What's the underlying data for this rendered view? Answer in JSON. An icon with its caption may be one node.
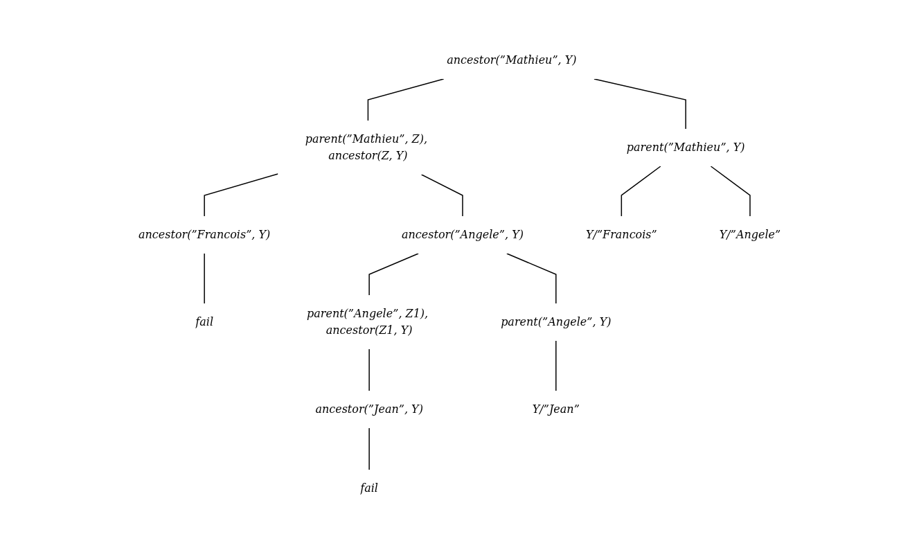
{
  "diagram": {
    "nodes": [
      {
        "text": [
          "ancestor(”Mathieu”, Y)"
        ]
      },
      {
        "text": [
          "parent(”Mathieu”, Z), ancestor(Z, Y)"
        ]
      },
      {
        "text": [
          "parent(”Mathieu”, Y)"
        ]
      },
      {
        "text": [
          "ancestor(”Francois”, Y)"
        ]
      },
      {
        "text": [
          "ancestor(”Angele”, Y)"
        ]
      },
      {
        "text": [
          "Y/”Francois”"
        ]
      },
      {
        "text": [
          "Y/”Angele”"
        ]
      },
      {
        "text": [
          "fail"
        ]
      },
      {
        "text": [
          "parent(”Angele”, Z1), ancestor(Z1, Y)"
        ]
      },
      {
        "text": [
          "parent(”Angele”, Y)"
        ]
      },
      {
        "text": [
          "ancestor(”Jean”, Y)"
        ]
      },
      {
        "text": [
          "Y/”Jean”"
        ]
      },
      {
        "text": [
          "fail"
        ]
      }
    ],
    "edges": [
      {
        "from": 0,
        "to": 1,
        "arrow": "none"
      },
      {
        "from": 0,
        "to": 2,
        "arrow": "none"
      },
      {
        "from": 1,
        "to": 3,
        "arrow": "none"
      },
      {
        "from": 1,
        "to": 4,
        "arrow": "none"
      },
      {
        "from": 2,
        "to": 5,
        "arrow": "none"
      },
      {
        "from": 2,
        "to": 6,
        "arrow": "none"
      },
      {
        "from": 3,
        "to": 7,
        "arrow": "none"
      },
      {
        "from": 4,
        "to": 8,
        "arrow": "none"
      },
      {
        "from": 4,
        "to": 9,
        "arrow": "none"
      },
      {
        "from": 8,
        "to": 10,
        "arrow": "none"
      },
      {
        "from": 9,
        "to": 11,
        "arrow": "none"
      },
      {
        "from": 10,
        "to": 12,
        "arrow": "none"
      }
    ]
  }
}
